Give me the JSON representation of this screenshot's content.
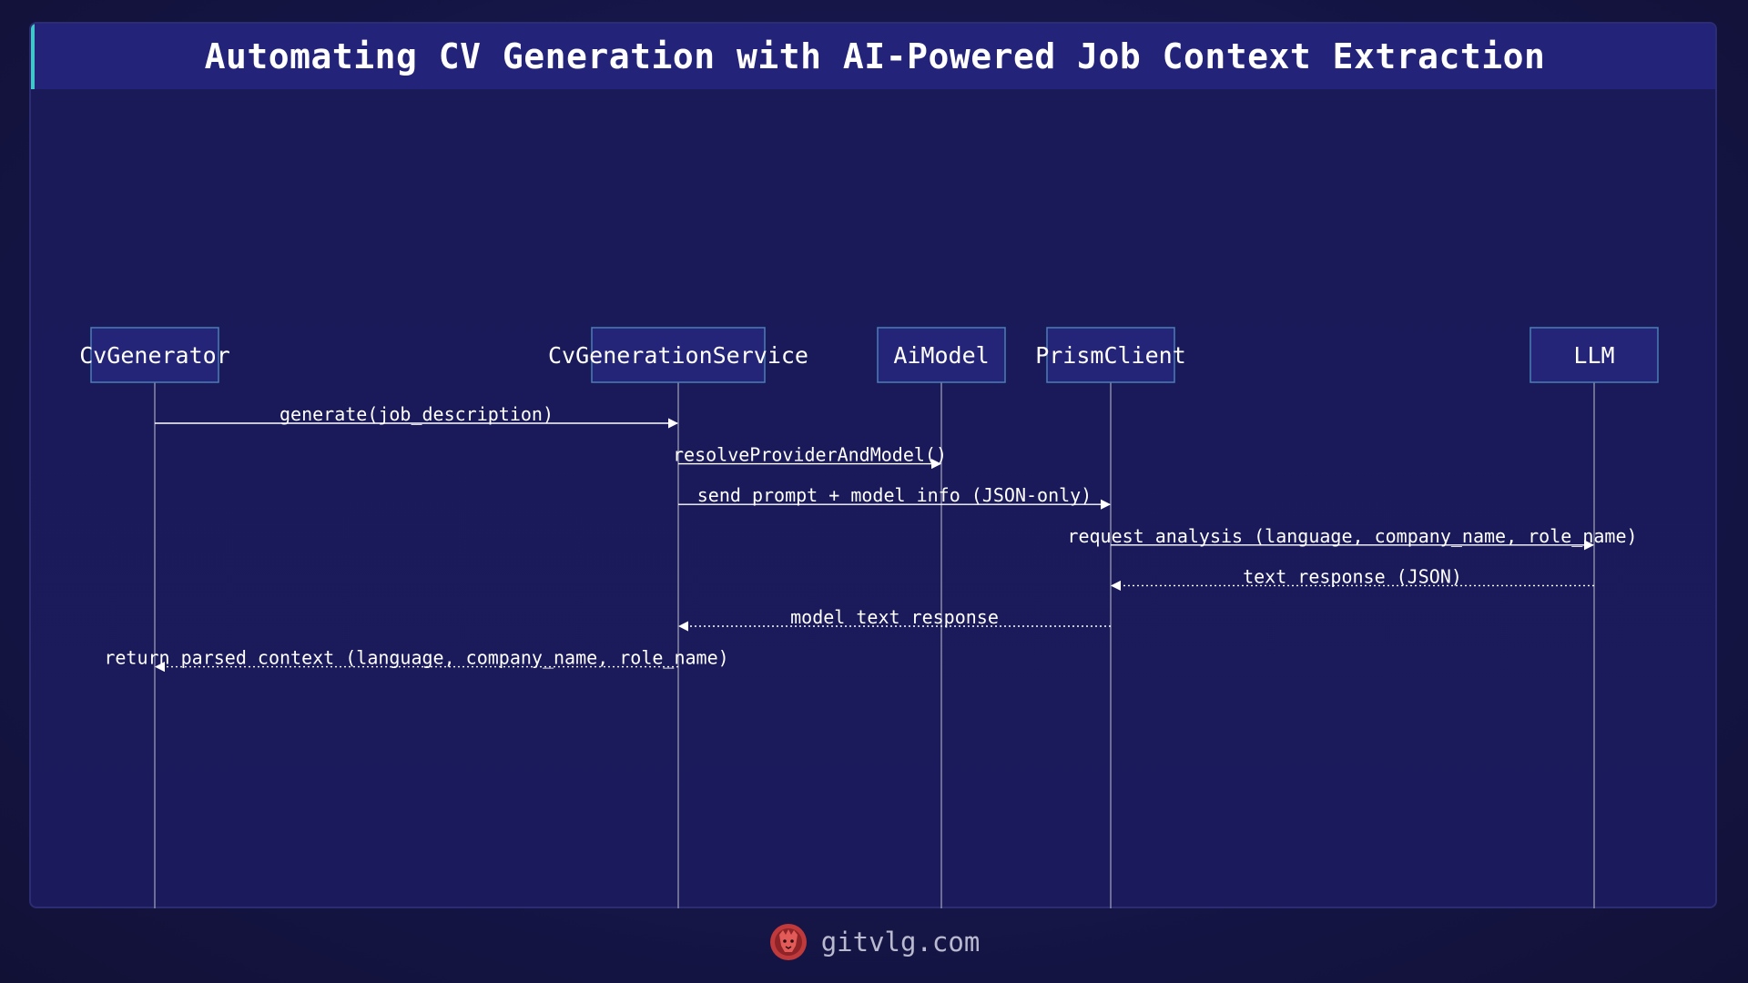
{
  "title": "Automating CV Generation with AI-Powered Job Context Extraction",
  "participants": [
    "CvGenerator",
    "CvGenerationService",
    "AiModel",
    "PrismClient",
    "LLM"
  ],
  "messages": [
    {
      "from": "CvGenerator",
      "to": "CvGenerationService",
      "label": "generate(job_description)",
      "style": "solid"
    },
    {
      "from": "CvGenerationService",
      "to": "AiModel",
      "label": "resolveProviderAndModel()",
      "style": "solid"
    },
    {
      "from": "CvGenerationService",
      "to": "PrismClient",
      "label": "send prompt + model info (JSON-only)",
      "style": "solid"
    },
    {
      "from": "PrismClient",
      "to": "LLM",
      "label": "request analysis (language, company_name, role_name)",
      "style": "solid"
    },
    {
      "from": "LLM",
      "to": "PrismClient",
      "label": "text response (JSON)",
      "style": "dotted"
    },
    {
      "from": "PrismClient",
      "to": "CvGenerationService",
      "label": "model text response",
      "style": "dotted"
    },
    {
      "from": "CvGenerationService",
      "to": "CvGenerator",
      "label": "return parsed context (language, company_name, role_name)",
      "style": "dotted"
    }
  ],
  "footer": {
    "site": "gitvlg.com",
    "logo_icon": "lion-head-icon"
  },
  "colors": {
    "background": "#14143c",
    "panel": "#1a1a58",
    "title_bar": "#24237a",
    "accent": "#3fc7c9",
    "participant_box": "#242478",
    "participant_border": "#4a7fb5",
    "lifeline": "#8a8aa8",
    "text": "#ffffff",
    "logo": "#c0393b"
  }
}
